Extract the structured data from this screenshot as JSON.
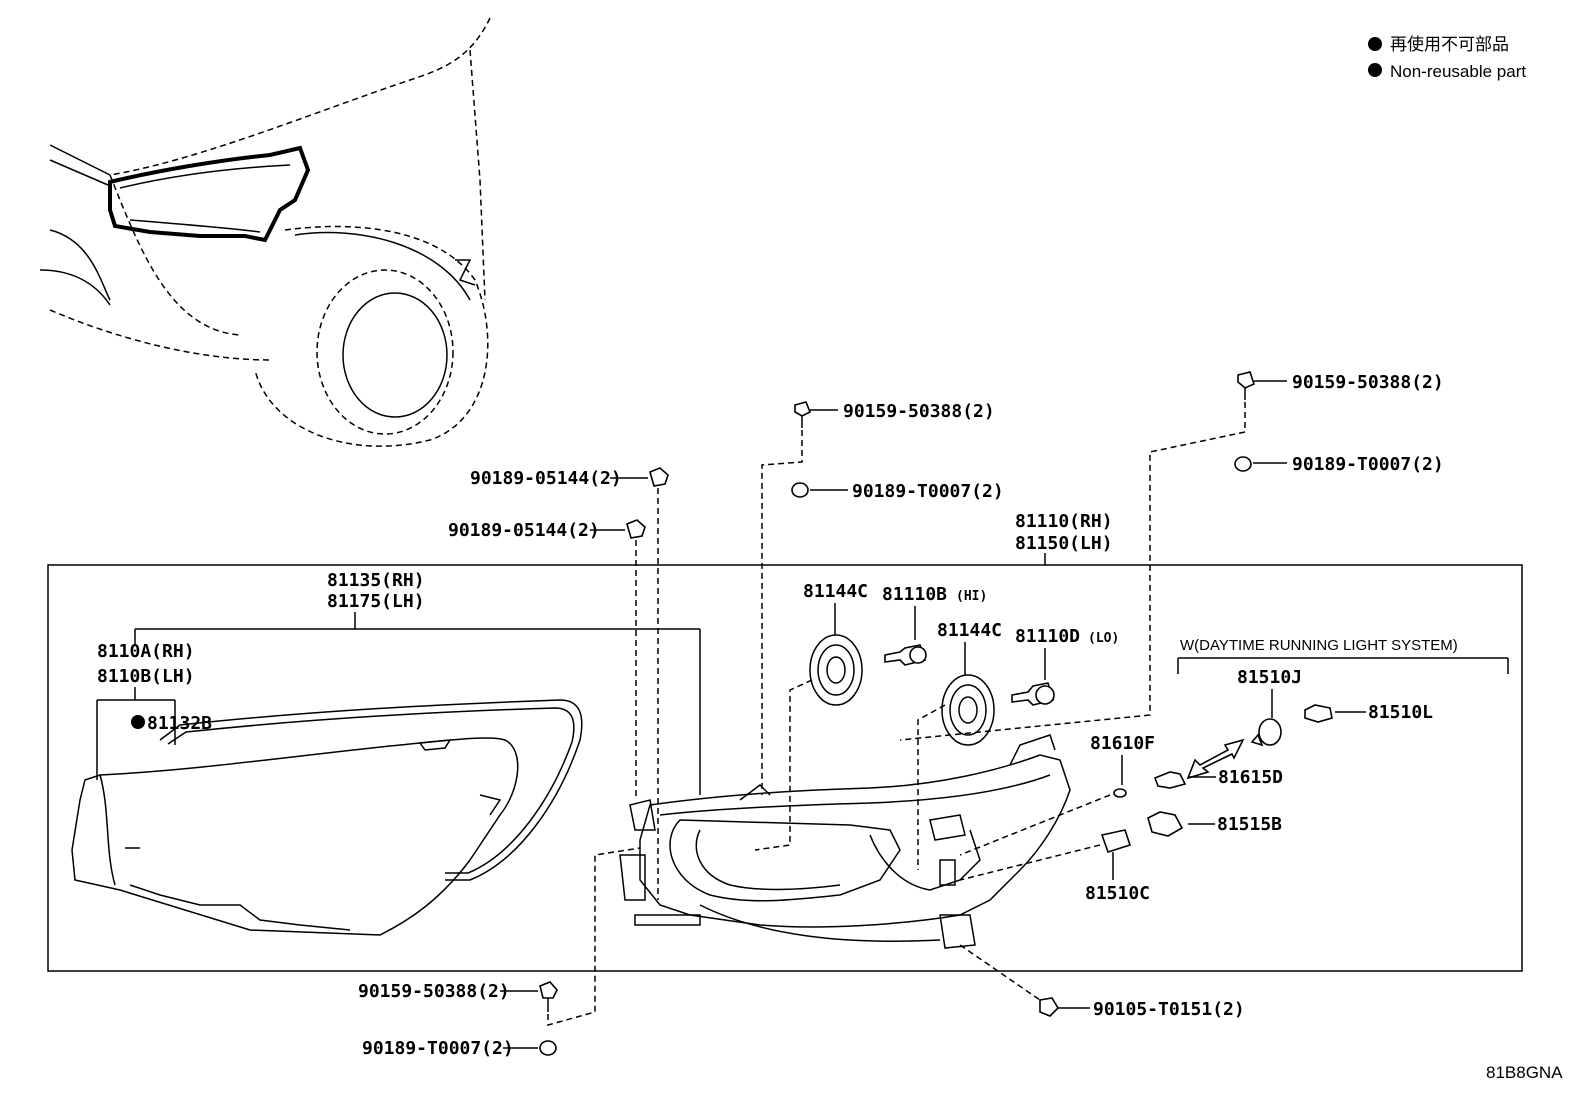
{
  "legend": [
    {
      "text": "再使用不可部品"
    },
    {
      "text": "Non-reusable part"
    }
  ],
  "labels": {
    "p81110": "81110(RH)",
    "p81150": "81150(LH)",
    "p81135": "81135(RH)",
    "p81175": "81175(LH)",
    "p8110A": "8110A(RH)",
    "p8110B": "8110B(LH)",
    "p81132B": "81132B",
    "p81144C_1": "81144C",
    "p81110B": "81110B",
    "p81110B_sfx": "(HI)",
    "p81144C_2": "81144C",
    "p81110D": "81110D",
    "p81110D_sfx": "(LO)",
    "drl_title": "W(DAYTIME RUNNING LIGHT SYSTEM)",
    "p81510J": "81510J",
    "p81510L": "81510L",
    "p81610F": "81610F",
    "p81615D": "81615D",
    "p81515B": "81515B",
    "p81510C": "81510C",
    "bolt_top_mid": "90159-50388(2)",
    "washer_top_mid": "90189-T0007(2)",
    "bolt_top_right": "90159-50388(2)",
    "washer_top_right": "90189-T0007(2)",
    "clip_1": "90189-05144(2)",
    "clip_2": "90189-05144(2)",
    "bolt_bottom": "90159-50388(2)",
    "washer_bottom": "90189-T0007(2)",
    "screw_bottom_right": "90105-T0151(2)",
    "diagram_code": "81B8GNA"
  }
}
